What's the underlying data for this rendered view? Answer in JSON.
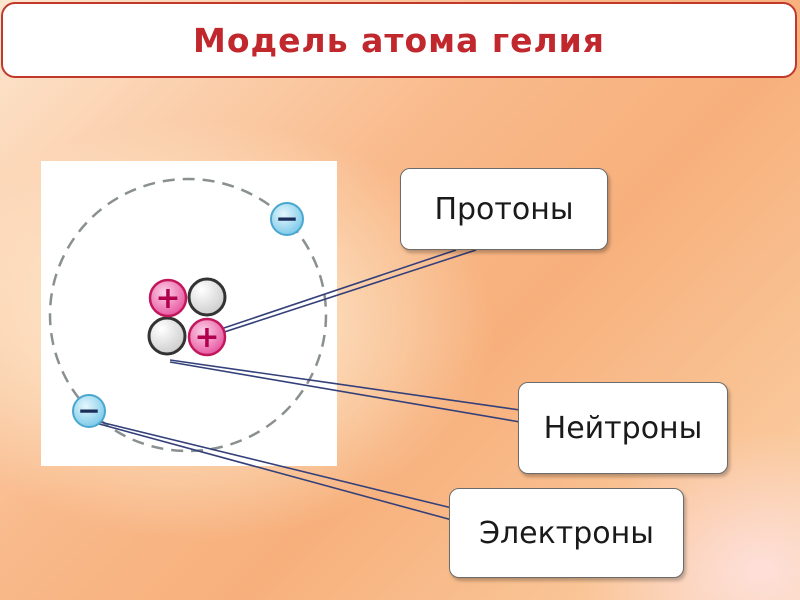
{
  "title": "Модель атома гелия",
  "labels": {
    "protons": "Протоны",
    "neutrons": "Нейтроны",
    "electrons": "Электроны"
  },
  "particles": {
    "proton_symbol": "+",
    "electron_symbol": "−"
  },
  "colors": {
    "title_text": "#c0282d",
    "title_border": "#c0392b",
    "proton": "#f06fb0",
    "neutron": "#e8e8e8",
    "electron": "#8fd3ee",
    "orbit": "#8a8f8f",
    "leader_line": "#34407a"
  }
}
